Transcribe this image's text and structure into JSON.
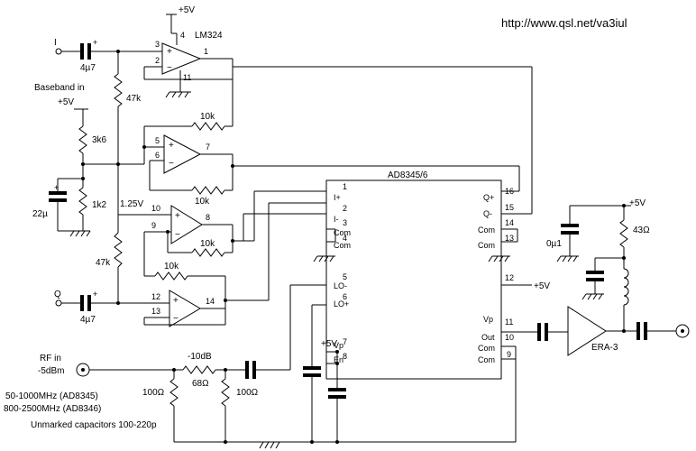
{
  "url": "http://www.qsl.net/va3iul",
  "rail_label": "+5V",
  "opamp": {
    "name": "LM324",
    "supply_pin": "4",
    "ground_pin": "11"
  },
  "inputs": {
    "i_label": "I",
    "q_label": "Q",
    "baseband_label": "Baseband in",
    "input_cap": "4µ7"
  },
  "opamps": [
    {
      "in_plus": "3",
      "in_minus": "2",
      "out": "1"
    },
    {
      "in_plus": "5",
      "in_minus": "6",
      "out": "7"
    },
    {
      "in_plus": "10",
      "in_minus": "9",
      "out": "8"
    },
    {
      "in_plus": "12",
      "in_minus": "13",
      "out": "14"
    }
  ],
  "resistors": {
    "bias_top": "47k",
    "bias_bottom": "47k",
    "divider_top": "3k6",
    "divider_bottom": "1k2",
    "fb1": "10k",
    "fb2": "10k",
    "fb3": "10k",
    "fb4": "10k",
    "att_label": "-10dB",
    "att_series": "68Ω",
    "att_shunt_left": "100Ω",
    "att_shunt_right": "100Ω",
    "bias_era": "43Ω"
  },
  "capacitors": {
    "decouple": "22µ",
    "supply": "0µ1"
  },
  "bias_voltage": "1.25V",
  "plus_sign": "+",
  "minus_sign": "−",
  "modulator": {
    "name": "AD8345/6",
    "left_pins": [
      {
        "num": "1",
        "name": "I+"
      },
      {
        "num": "2",
        "name": "I-"
      },
      {
        "num": "3",
        "name": "Com"
      },
      {
        "num": "4",
        "name": "Com"
      },
      {
        "num": "5",
        "name": "LO-"
      },
      {
        "num": "6",
        "name": "LO+"
      },
      {
        "num": "7",
        "name": "Vp"
      },
      {
        "num": "8",
        "name": "En"
      }
    ],
    "right_pins": [
      {
        "num": "16",
        "name": "Q+"
      },
      {
        "num": "15",
        "name": "Q-"
      },
      {
        "num": "14",
        "name": "Com"
      },
      {
        "num": "13",
        "name": "Com"
      },
      {
        "num": "12",
        "name": ""
      },
      {
        "num": "11",
        "name": "Vp"
      },
      {
        "num": "10",
        "name": "Out"
      },
      {
        "num": "",
        "name": "Com"
      },
      {
        "num": "9",
        "name": "Com"
      }
    ]
  },
  "amplifier": "ERA-3",
  "rf_in": {
    "line1": "RF in",
    "line2": "-5dBm"
  },
  "notes": [
    "50-1000MHz (AD8345)",
    "800-2500MHz (AD8346)",
    "Unmarked capacitors 100-220p"
  ]
}
